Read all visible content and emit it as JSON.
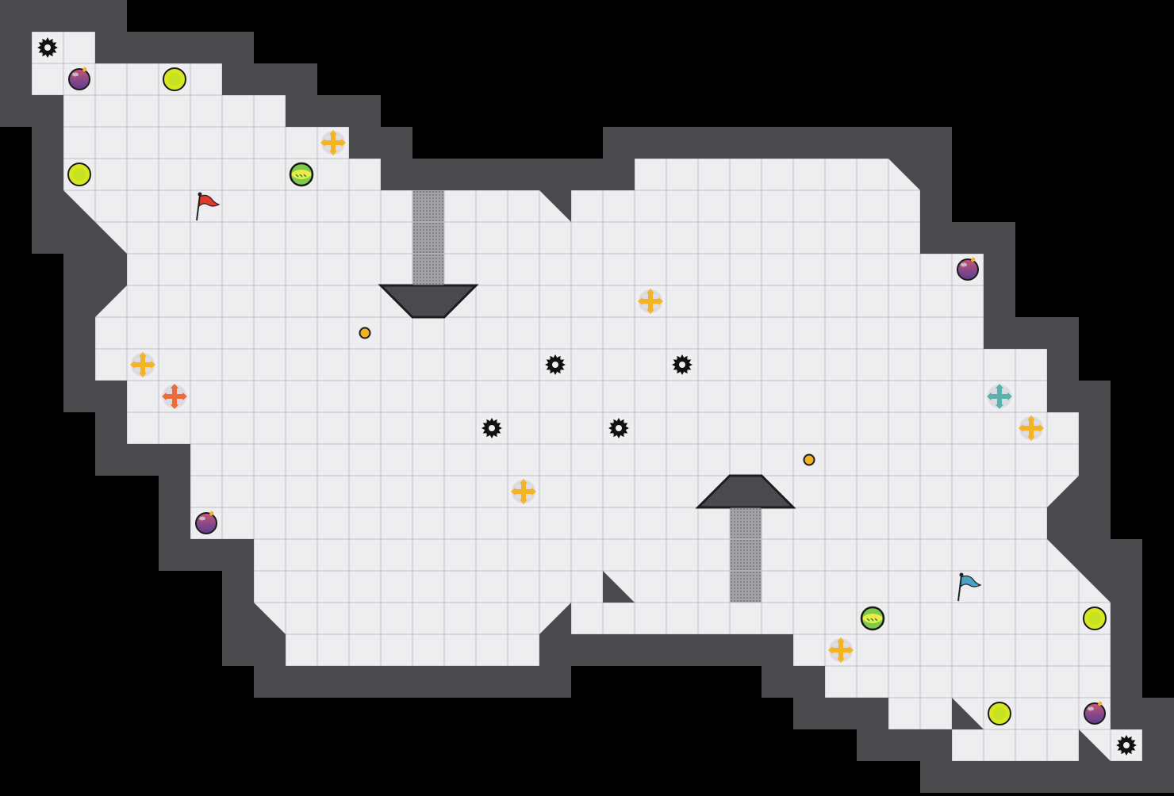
{
  "palette": {
    "background": "#000000",
    "wall_outer": "#4a4a4e",
    "wall_edge": "#1e1e20",
    "floor": "#eeeef0",
    "grid_line": "#d3d3d8",
    "spike_gate": "#9a9a9e",
    "red_team": "#e03a2a",
    "blue_team": "#4aa3c4",
    "neutral_boost": "#f2b424",
    "powerup_ring": "#1a1a1a"
  },
  "map": {
    "cell_units": "tiles",
    "floor_rows": [
      {
        "row": 1,
        "cols": [
          [
            1,
            2
          ]
        ]
      },
      {
        "row": 2,
        "cols": [
          [
            1,
            6
          ]
        ]
      },
      {
        "row": 3,
        "cols": [
          [
            2,
            8
          ]
        ]
      },
      {
        "row": 4,
        "cols": [
          [
            2,
            10
          ]
        ]
      },
      {
        "row": 5,
        "cols": [
          [
            2,
            11
          ],
          [
            20,
            28
          ]
        ]
      },
      {
        "row": 6,
        "cols": [
          [
            2,
            28
          ]
        ]
      },
      {
        "row": 7,
        "cols": [
          [
            3,
            28
          ]
        ]
      },
      {
        "row": 8,
        "cols": [
          [
            4,
            30
          ]
        ]
      },
      {
        "row": 9,
        "cols": [
          [
            3,
            30
          ]
        ]
      },
      {
        "row": 10,
        "cols": [
          [
            3,
            30
          ]
        ]
      },
      {
        "row": 11,
        "cols": [
          [
            3,
            32
          ]
        ]
      },
      {
        "row": 12,
        "cols": [
          [
            4,
            32
          ]
        ]
      },
      {
        "row": 13,
        "cols": [
          [
            4,
            33
          ]
        ]
      },
      {
        "row": 14,
        "cols": [
          [
            6,
            33
          ]
        ]
      },
      {
        "row": 15,
        "cols": [
          [
            6,
            33
          ]
        ]
      },
      {
        "row": 16,
        "cols": [
          [
            6,
            32
          ]
        ]
      },
      {
        "row": 17,
        "cols": [
          [
            8,
            33
          ]
        ]
      },
      {
        "row": 18,
        "cols": [
          [
            8,
            34
          ]
        ]
      },
      {
        "row": 19,
        "cols": [
          [
            8,
            18
          ],
          [
            19,
            34
          ]
        ]
      },
      {
        "row": 20,
        "cols": [
          [
            9,
            16
          ],
          [
            25,
            34
          ]
        ]
      },
      {
        "row": 21,
        "cols": [
          [
            26,
            34
          ]
        ]
      },
      {
        "row": 22,
        "cols": [
          [
            28,
            34
          ]
        ]
      },
      {
        "row": 23,
        "cols": [
          [
            30,
            35
          ]
        ]
      }
    ],
    "gates": [
      {
        "col": 13,
        "rows": [
          6,
          8
        ]
      },
      {
        "col": 23,
        "rows": [
          16,
          18
        ]
      }
    ]
  },
  "entities": [
    {
      "type": "spike",
      "icon": "spike-icon",
      "col": 1,
      "row": 1
    },
    {
      "type": "bomb",
      "icon": "bomb-icon",
      "col": 2,
      "row": 2
    },
    {
      "type": "neutral-boost",
      "icon": "boost-icon",
      "col": 5,
      "row": 2
    },
    {
      "type": "neutral-boost",
      "icon": "boost-icon",
      "col": 2,
      "row": 5
    },
    {
      "type": "team-powerup",
      "icon": "powerup-icon",
      "col": 9,
      "row": 5
    },
    {
      "type": "red-flag",
      "icon": "red-flag-icon",
      "col": 6,
      "row": 6
    },
    {
      "type": "neutral-boost-pad",
      "icon": "yellow-boost-pad-icon",
      "col": 10,
      "row": 4
    },
    {
      "type": "neutral-boost-pad",
      "icon": "yellow-boost-pad-icon",
      "col": 4,
      "row": 11
    },
    {
      "type": "red-boost-pad",
      "icon": "red-boost-pad-icon",
      "col": 5,
      "row": 12
    },
    {
      "type": "coin",
      "icon": "coin-icon",
      "col": 11,
      "row": 10
    },
    {
      "type": "spike",
      "icon": "spike-icon",
      "col": 17,
      "row": 11
    },
    {
      "type": "spike",
      "icon": "spike-icon",
      "col": 21,
      "row": 11
    },
    {
      "type": "spike",
      "icon": "spike-icon",
      "col": 15,
      "row": 13
    },
    {
      "type": "spike",
      "icon": "spike-icon",
      "col": 19,
      "row": 13
    },
    {
      "type": "neutral-boost-pad",
      "icon": "yellow-boost-pad-icon",
      "col": 20,
      "row": 9
    },
    {
      "type": "neutral-boost-pad",
      "icon": "yellow-boost-pad-icon",
      "col": 16,
      "row": 15
    },
    {
      "type": "bomb",
      "icon": "bomb-icon",
      "col": 6,
      "row": 16
    },
    {
      "type": "bomb",
      "icon": "bomb-icon",
      "col": 30,
      "row": 8
    },
    {
      "type": "blue-boost-pad",
      "icon": "blue-boost-pad-icon",
      "col": 31,
      "row": 12
    },
    {
      "type": "neutral-boost-pad",
      "icon": "yellow-boost-pad-icon",
      "col": 32,
      "row": 13
    },
    {
      "type": "coin",
      "icon": "coin-icon",
      "col": 25,
      "row": 14
    },
    {
      "type": "blue-flag",
      "icon": "blue-flag-icon",
      "col": 30,
      "row": 18
    },
    {
      "type": "team-powerup",
      "icon": "powerup-icon",
      "col": 27,
      "row": 19
    },
    {
      "type": "neutral-boost",
      "icon": "boost-icon",
      "col": 34,
      "row": 19
    },
    {
      "type": "neutral-boost-pad",
      "icon": "yellow-boost-pad-icon",
      "col": 26,
      "row": 20
    },
    {
      "type": "neutral-boost",
      "icon": "boost-icon",
      "col": 31,
      "row": 22
    },
    {
      "type": "bomb",
      "icon": "bomb-icon",
      "col": 34,
      "row": 22
    },
    {
      "type": "spike",
      "icon": "spike-icon",
      "col": 35,
      "row": 23
    }
  ]
}
